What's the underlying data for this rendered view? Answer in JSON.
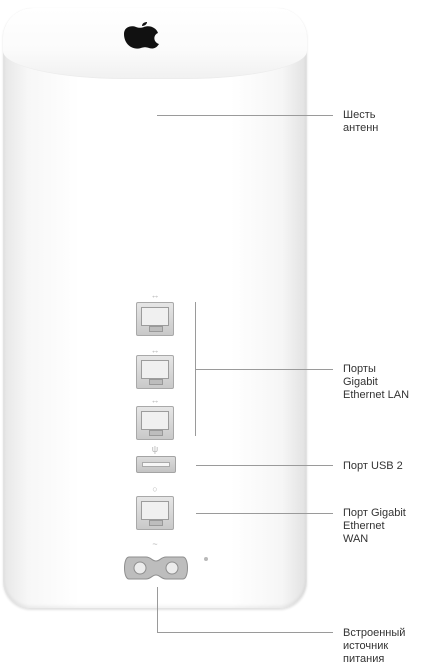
{
  "callouts": {
    "antennas": "Шесть\nантенн",
    "lan_ports": "Порты\nGigabit\nEthernet LAN",
    "usb_port": "Порт USB 2",
    "wan_port": "Порт Gigabit\nEthernet\nWAN",
    "power": "Встроенный\nисточник\nпитания"
  },
  "port_symbols": {
    "lan": "↔",
    "usb": "ψ",
    "wan": "○",
    "power": "~"
  },
  "colors": {
    "device_body": "#ffffff",
    "leader_line": "#9a9a9a",
    "label_text": "#333333"
  }
}
